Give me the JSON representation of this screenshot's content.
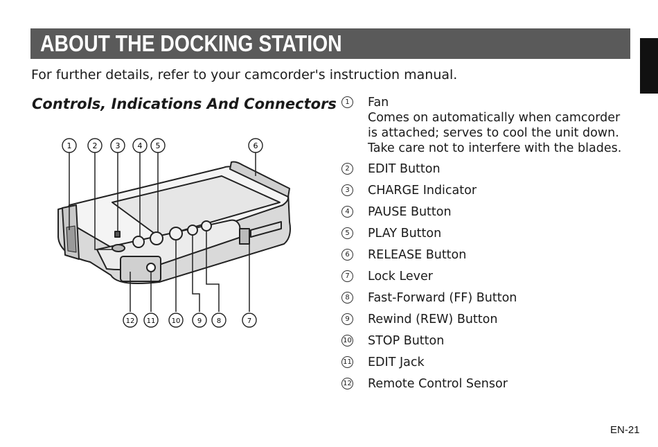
{
  "header": {
    "title": "ABOUT THE DOCKING STATION"
  },
  "intro": "For further details, refer to your camcorder's instruction manual.",
  "section": {
    "heading": "Controls, Indications And Connectors"
  },
  "diagram": {
    "callouts_top": [
      "1",
      "2",
      "3",
      "4",
      "5",
      "6"
    ],
    "callouts_bottom": [
      "12",
      "11",
      "10",
      "9",
      "8",
      "7"
    ]
  },
  "legend": [
    {
      "num": "1",
      "label": "Fan",
      "desc": "Comes on automatically when camcorder is attached; serves to cool the unit down. Take care not to interfere with the blades."
    },
    {
      "num": "2",
      "label": "EDIT Button"
    },
    {
      "num": "3",
      "label": "CHARGE Indicator"
    },
    {
      "num": "4",
      "label": "PAUSE Button"
    },
    {
      "num": "5",
      "label": "PLAY Button"
    },
    {
      "num": "6",
      "label": "RELEASE Button"
    },
    {
      "num": "7",
      "label": "Lock Lever"
    },
    {
      "num": "8",
      "label": "Fast-Forward (FF) Button"
    },
    {
      "num": "9",
      "label": "Rewind (REW) Button"
    },
    {
      "num": "10",
      "label": "STOP Button"
    },
    {
      "num": "11",
      "label": "EDIT Jack"
    },
    {
      "num": "12",
      "label": "Remote Control Sensor"
    }
  ],
  "footer": {
    "page_number": "EN-21"
  },
  "colors": {
    "title_bar": "#5a5a5a",
    "title_text": "#ffffff",
    "edge_tab": "#111111"
  }
}
